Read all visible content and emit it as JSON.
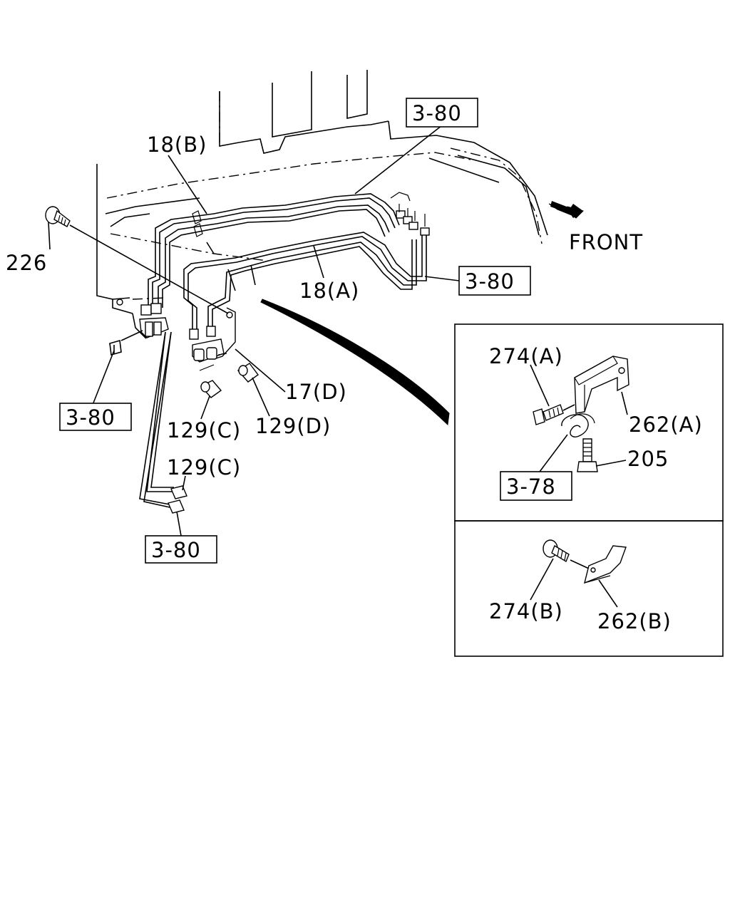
{
  "direction_label": "FRONT",
  "labels": {
    "p18b": "18(B)",
    "p18a": "18(A)",
    "p226": "226",
    "p17d": "17(D)",
    "p129c_1": "129(C)",
    "p129d": "129(D)",
    "p129c_2": "129(C)",
    "p274a": "274(A)",
    "p262a": "262(A)",
    "p205": "205",
    "p274b": "274(B)",
    "p262b": "262(B)"
  },
  "refs": {
    "top": "3-80",
    "right": "3-80",
    "left": "3-80",
    "bottom": "3-80",
    "detail": "3-78"
  },
  "icons": {
    "direction": "front-arrow-icon"
  }
}
